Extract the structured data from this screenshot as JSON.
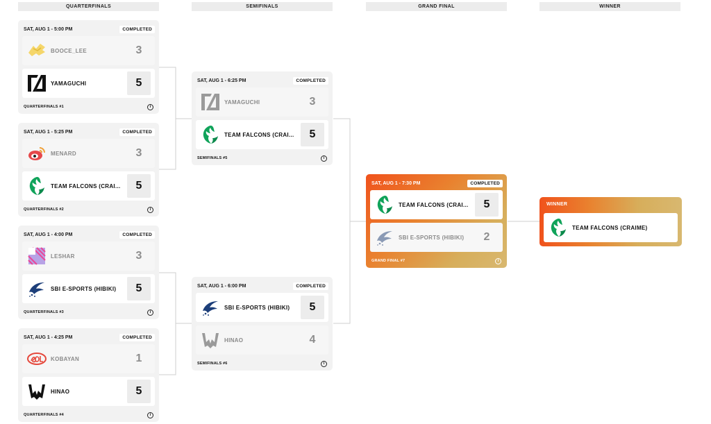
{
  "columns": {
    "quarterfinals": "QUARTERFINALS",
    "semifinals": "SEMIFINALS",
    "grand_final": "GRAND FINAL",
    "winner": "WINNER"
  },
  "info_glyph": "i",
  "quarterfinals": [
    {
      "time": "SAT, AUG 1 - 5:00 PM",
      "status": "COMPLETED",
      "label": "QUARTERFINALS #1",
      "teams": [
        {
          "name": "BOOCE_LEE",
          "score": "3",
          "logo": "booce-lee-logo"
        },
        {
          "name": "YAMAGUCHI",
          "score": "5",
          "logo": "yamaguchi-logo"
        }
      ]
    },
    {
      "time": "SAT, AUG 1 - 5:25 PM",
      "status": "COMPLETED",
      "label": "QUARTERFINALS #2",
      "teams": [
        {
          "name": "MENARD",
          "score": "3",
          "logo": "menard-logo"
        },
        {
          "name": "TEAM FALCONS (CRAI...",
          "score": "5",
          "logo": "team-falcons-logo"
        }
      ]
    },
    {
      "time": "SAT, AUG 1 - 4:00 PM",
      "status": "COMPLETED",
      "label": "QUARTERFINALS #3",
      "teams": [
        {
          "name": "LESHAR",
          "score": "3",
          "logo": "leshar-logo"
        },
        {
          "name": "SBI E-SPORTS (HIBIKI)",
          "score": "5",
          "logo": "sbi-esports-logo"
        }
      ]
    },
    {
      "time": "SAT, AUG 1 - 4:25 PM",
      "status": "COMPLETED",
      "label": "QUARTERFINALS #4",
      "teams": [
        {
          "name": "KOBAYAN",
          "score": "1",
          "logo": "kobayan-logo"
        },
        {
          "name": "HINAO",
          "score": "5",
          "logo": "hinao-logo"
        }
      ]
    }
  ],
  "semifinals": [
    {
      "time": "SAT, AUG 1 - 6:25 PM",
      "status": "COMPLETED",
      "label": "SEMIFINALS #5",
      "teams": [
        {
          "name": "YAMAGUCHI",
          "score": "3",
          "logo": "yamaguchi-logo"
        },
        {
          "name": "TEAM FALCONS (CRAI...",
          "score": "5",
          "logo": "team-falcons-logo"
        }
      ]
    },
    {
      "time": "SAT, AUG 1 - 6:00 PM",
      "status": "COMPLETED",
      "label": "SEMIFINALS #6",
      "teams": [
        {
          "name": "SBI E-SPORTS (HIBIKI)",
          "score": "5",
          "logo": "sbi-esports-logo"
        },
        {
          "name": "HINAO",
          "score": "4",
          "logo": "hinao-logo"
        }
      ]
    }
  ],
  "grand_final": {
    "time": "SAT, AUG 1 - 7:30 PM",
    "status": "COMPLETED",
    "label": "GRAND FINAL #7",
    "teams": [
      {
        "name": "TEAM FALCONS (CRAI...",
        "score": "5",
        "logo": "team-falcons-logo"
      },
      {
        "name": "SBI E-SPORTS (HIBIKI)",
        "score": "2",
        "logo": "sbi-esports-logo"
      }
    ]
  },
  "winner": {
    "label": "WINNER",
    "team": {
      "name": "TEAM FALCONS (CRAIME)",
      "logo": "team-falcons-logo"
    }
  },
  "colors": {
    "gradient_start": "#f0521c",
    "gradient_end": "#d8b870",
    "card_bg": "#f2f2f2"
  }
}
